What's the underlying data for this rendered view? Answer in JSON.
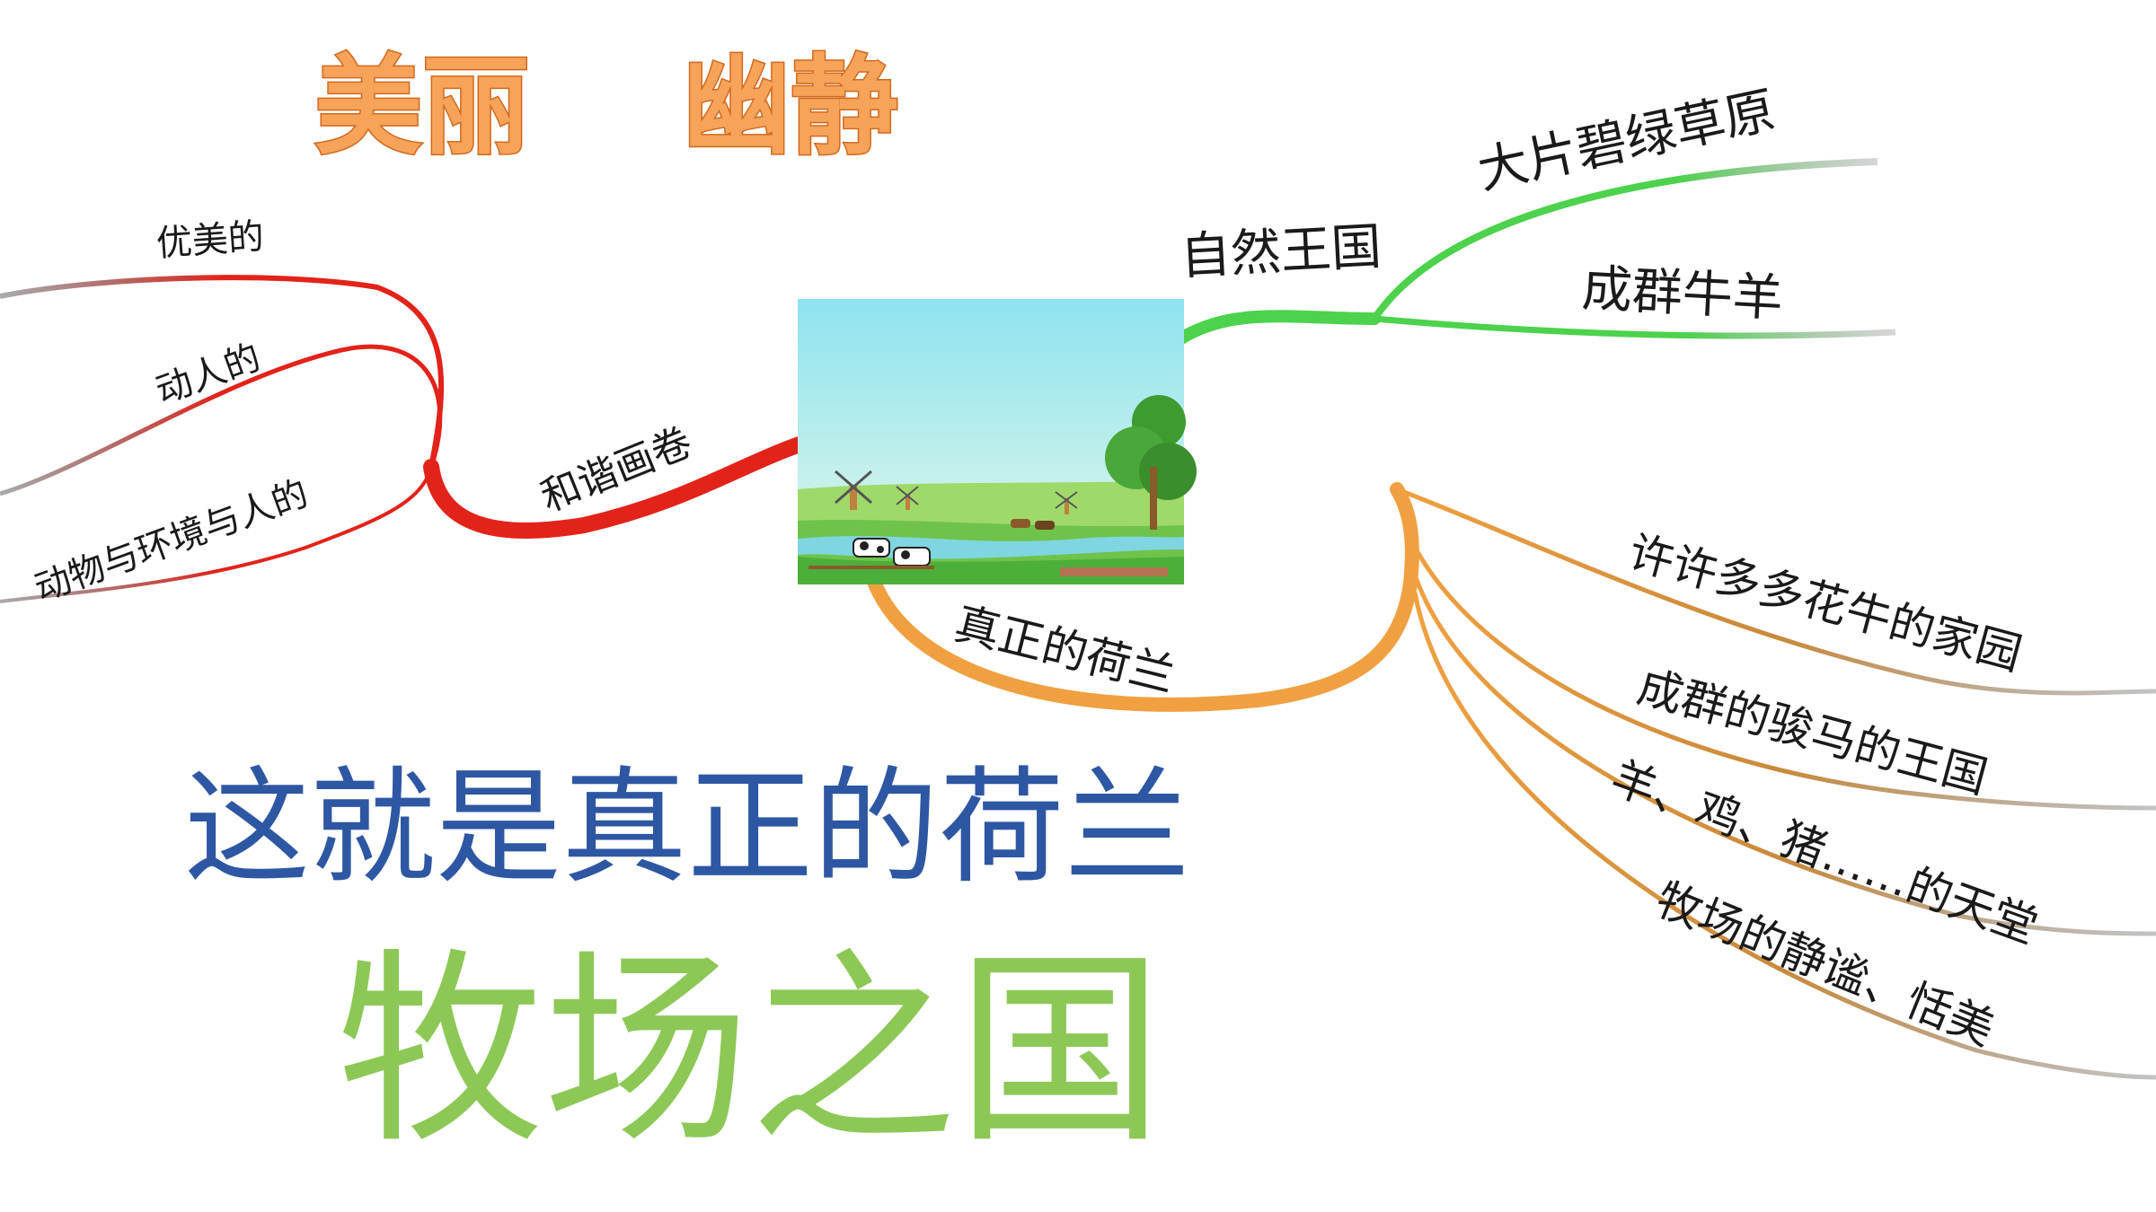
{
  "header_words": [
    "美丽",
    "幽静"
  ],
  "center_image": {
    "name": "dutch-pasture-scene",
    "description_icons": [
      "windmill-icon",
      "cow-icon",
      "tree-icon"
    ]
  },
  "branches": {
    "red": {
      "main": "和谐画卷",
      "children": [
        "优美的",
        "动人的",
        "动物与环境与人的"
      ],
      "color": "#e2231a"
    },
    "green": {
      "main": "自然王国",
      "children": [
        "大片碧绿草原",
        "成群牛羊"
      ],
      "color": "#4cd24c"
    },
    "orange": {
      "main": "真正的荷兰",
      "children": [
        "许许多多花牛的家园",
        "成群的骏马的王国",
        "羊、鸡、猪……的天堂",
        "牧场的静谧、恬美"
      ],
      "color": "#f0a040"
    }
  },
  "titles": {
    "line1": "这就是真正的荷兰",
    "line2": "牧场之国",
    "line1_color": "#2e57a3",
    "line2_color": "#8dc857"
  }
}
